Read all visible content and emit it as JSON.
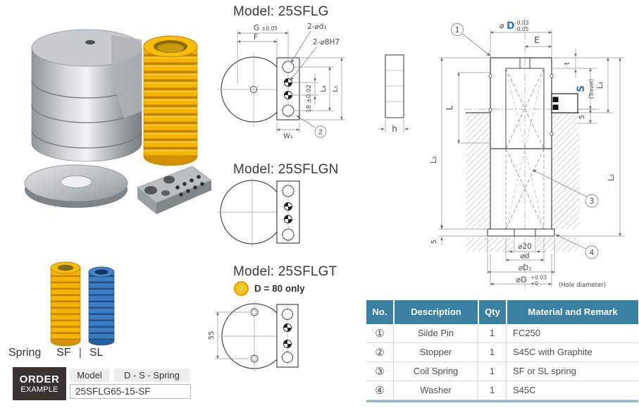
{
  "colors": {
    "accent_blue": "#3575bf",
    "table_header": "#3a80a0",
    "spring_yellow": "#f7b402",
    "spring_blue": "#3c7cc3",
    "order_box_bg": "#3a3331",
    "warning_yellow": "#ffc515"
  },
  "models": {
    "sflg": {
      "title": "Model: 25SFLG"
    },
    "sflgn": {
      "title": "Model: 25SFLGN"
    },
    "sflgt": {
      "title": "Model: 25SFLGT",
      "warning_mark": "!",
      "warning_text": "D = 80 only"
    }
  },
  "drawing1": {
    "g": "G",
    "g_tol": "±0.05",
    "f": "F",
    "label_d1": "2-⌀d₁",
    "label_8h7": "2-⌀8H7",
    "dim18": "18 ±0.02",
    "l4": "L₄",
    "l5": "L₅",
    "w1": "W₁",
    "callout2": "2"
  },
  "drawing3": {
    "dim55": "55"
  },
  "spring_side": {
    "h": "h"
  },
  "assembly": {
    "callout1": "1",
    "callout3": "3",
    "callout4": "4",
    "phi": "⌀",
    "d_top": "D",
    "d_top_tol_u": "-0.03",
    "d_top_tol_l": "-0.05",
    "e": "E",
    "t": "t",
    "s": "S",
    "travel": "(Travel)",
    "l1": "L₁",
    "five_right": "5",
    "l2": "L₂",
    "l": "L",
    "l3": "L₃",
    "five_left": "5",
    "phi20": "⌀20",
    "phid": "⌀d",
    "phid1": "⌀D₁",
    "d_bot": "⌀D",
    "d_bot_tol_u": "+0.03",
    "d_bot_tol_l": "+0",
    "hole_note": "(Hole diameter)"
  },
  "table": {
    "headers": [
      "No.",
      "Description",
      "Qty",
      "Material and Remark"
    ],
    "rows": [
      {
        "no": "①",
        "desc": "Silde Pin",
        "qty": "1",
        "mat": "FC250"
      },
      {
        "no": "②",
        "desc": "Stopper",
        "qty": "1",
        "mat": "S45C with Graphite"
      },
      {
        "no": "③",
        "desc": "Coil Spring",
        "qty": "1",
        "mat": "SF or SL spring"
      },
      {
        "no": "④",
        "desc": "Washer",
        "qty": "1",
        "mat": "S45C"
      }
    ]
  },
  "legend": {
    "label": "Spring",
    "sf": "SF",
    "divider": "|",
    "sl": "SL"
  },
  "order": {
    "title_line1": "ORDER",
    "title_line2": "EXAMPLE",
    "model_label": "Model",
    "pattern": "D - S - Spring",
    "example": "25SFLG65-15-SF"
  }
}
